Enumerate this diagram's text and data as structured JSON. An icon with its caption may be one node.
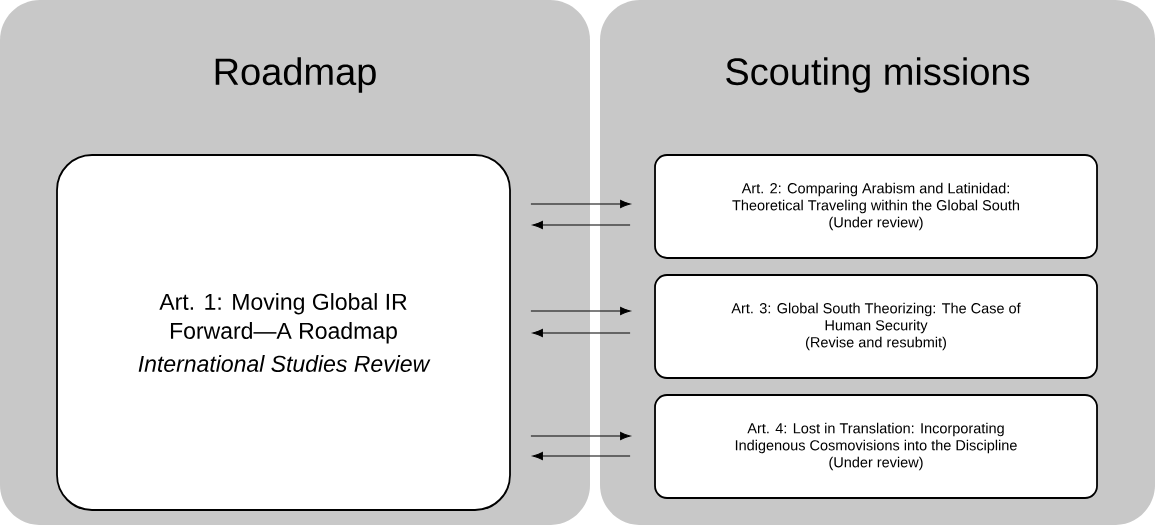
{
  "diagram": {
    "nodes": [
      {
        "text": [
          "Roadmap"
        ]
      },
      {
        "text": [
          "Scouting missions"
        ]
      },
      {
        "text": [
          "Art. 1: Moving Global IR Forward—A Roadmap",
          "International Studies Review"
        ],
        "in": 0
      },
      {
        "text": [
          "Art. 2: Comparing Arabism and Latinidad: Theoretical Traveling within the Global South",
          "(Under review)"
        ],
        "in": 1
      },
      {
        "text": [
          "Art. 3: Global South Theorizing: The Case of Human Security",
          "(Revise and resubmit)"
        ],
        "in": 1
      },
      {
        "text": [
          "Art. 4: Lost in Translation: Incorporating Indigenous Cosmovisions into the Discipline",
          "(Under review)"
        ],
        "in": 1
      }
    ],
    "edges": [
      {
        "from": 2,
        "to": 3,
        "arrow": "to"
      },
      {
        "from": 3,
        "to": 2,
        "arrow": "to"
      },
      {
        "from": 2,
        "to": 4,
        "arrow": "to"
      },
      {
        "from": 4,
        "to": 2,
        "arrow": "to"
      },
      {
        "from": 2,
        "to": 5,
        "arrow": "to"
      },
      {
        "from": 5,
        "to": 2,
        "arrow": "to"
      }
    ]
  }
}
